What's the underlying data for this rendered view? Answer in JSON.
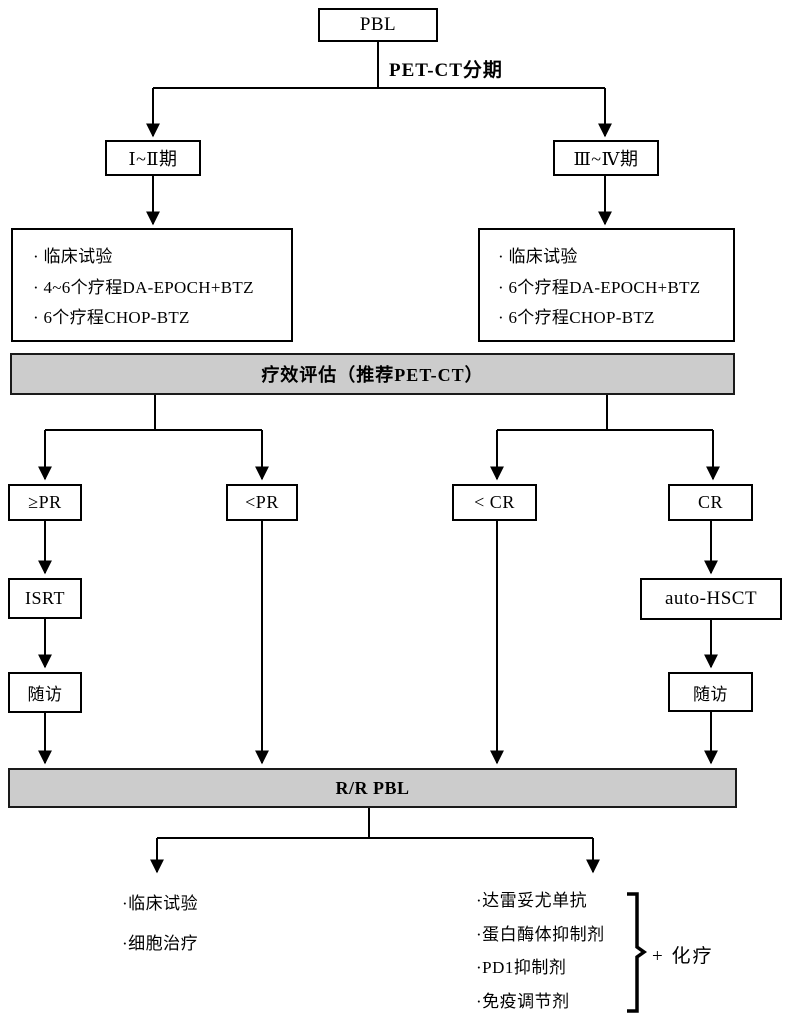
{
  "root": {
    "title": "PBL"
  },
  "staging_label": "PET-CT分期",
  "stages": {
    "early": "Ⅰ~Ⅱ期",
    "late": "Ⅲ~Ⅳ期"
  },
  "treatment_early": {
    "items": [
      "· 临床试验",
      "· 4~6个疗程DA-EPOCH+BTZ",
      "· 6个疗程CHOP-BTZ"
    ]
  },
  "treatment_late": {
    "items": [
      "· 临床试验",
      "· 6个疗程DA-EPOCH+BTZ",
      "· 6个疗程CHOP-BTZ"
    ]
  },
  "evaluation_bar": "疗效评估（推荐PET-CT）",
  "responses": {
    "ge_pr": "≥PR",
    "lt_pr": "<PR",
    "lt_cr": "< CR",
    "cr": "CR"
  },
  "early_pathway": {
    "isrt": "ISRT",
    "followup": "随访"
  },
  "late_pathway": {
    "auto_hsct": "auto-HSCT",
    "followup": "随访"
  },
  "relapse_bar": "R/R PBL",
  "relapse_left": {
    "items": [
      "·临床试验",
      "·细胞治疗"
    ]
  },
  "relapse_right": {
    "items": [
      "·达雷妥尤单抗",
      "·蛋白酶体抑制剂",
      "·PD1抑制剂",
      "·免疫调节剂"
    ],
    "suffix": "+ 化疗"
  }
}
